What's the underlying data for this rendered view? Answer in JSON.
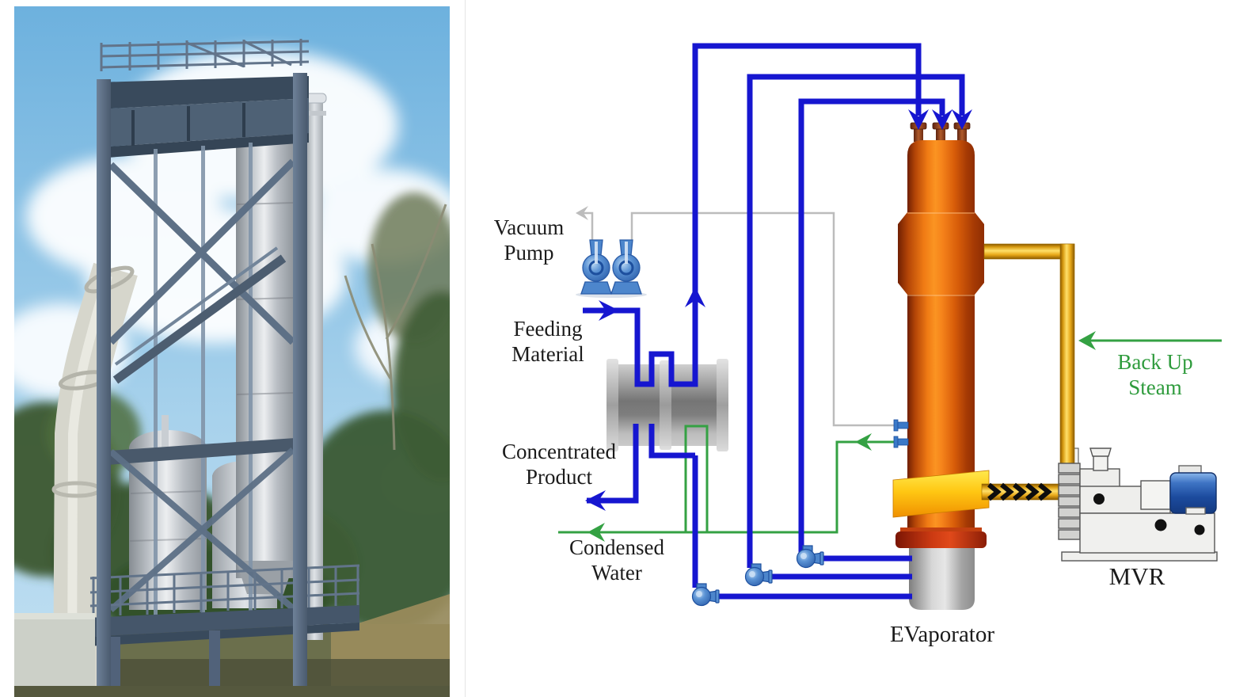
{
  "diagram": {
    "labels": {
      "vacuum_pump": [
        "Vacuum",
        "Pump"
      ],
      "feeding_material": [
        "Feeding",
        "Material"
      ],
      "concentrated_product": [
        "Concentrated",
        "Product"
      ],
      "condensed_water": [
        "Condensed",
        "Water"
      ],
      "back_up_steam": [
        "Back Up",
        "Steam"
      ],
      "mvr": "MVR",
      "evaporator": "EVaporator"
    },
    "colors": {
      "pipe_blue": "#1616d0",
      "pipe_green": "#34a143",
      "pipe_gray": "#bcbcbc",
      "steam_green": "#2e9b3c",
      "vessel_orange": "#f07b14",
      "band_yellow": "#ffc713",
      "gold_pipe": "#ffd84d",
      "pump_blue": "#4d86cc",
      "label_black": "#1b1b1b"
    },
    "icons": {
      "vacuum_pump": "twin-vacuum-pumps-icon",
      "heat_exchanger": "shell-heat-exchanger-icon",
      "evaporator": "evaporator-column-icon",
      "mvr": "mvr-compressor-icon",
      "circulation_pump": "centrifugal-pump-icon",
      "flow": "flow-arrow-icon",
      "vapor_flow": "chevron-flow-icon"
    }
  }
}
